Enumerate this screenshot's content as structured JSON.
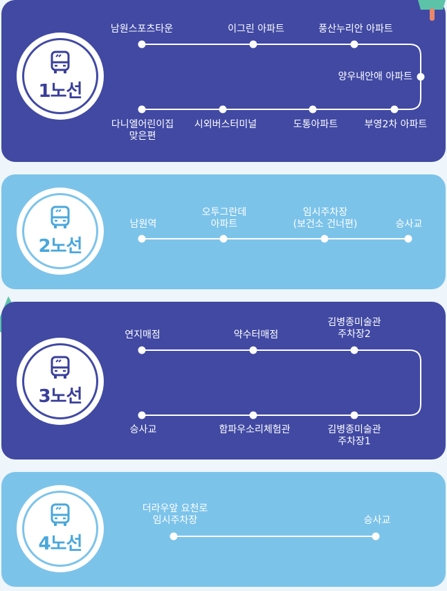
{
  "routes": [
    {
      "name": "1노선",
      "stops": [
        "남원스포츠타운",
        "이그린 아파트",
        "풍산누리안 아파트",
        "양우내안애 아파트",
        "부영2차 아파트",
        "도통아파트",
        "시외버스터미널",
        "다니엘어린이집\n맞은편"
      ]
    },
    {
      "name": "2노선",
      "stops": [
        "남원역",
        "오투그란데\n아파트",
        "임시주차장\n(보건소 건너편)",
        "승사교"
      ]
    },
    {
      "name": "3노선",
      "stops": [
        "연지매점",
        "약수터매점",
        "김병종미술관\n주차장2",
        "김병종미술관\n주차장1",
        "함파우소리체험관",
        "승사교"
      ]
    },
    {
      "name": "4노선",
      "stops": [
        "더라우앞 요천로\n임시주차장",
        "승사교"
      ]
    }
  ],
  "colors": {
    "dark": "#4149a3",
    "light": "#7cc3ea",
    "white": "#ffffff",
    "tree": "#5cc2a8",
    "trunk": "#e8876b"
  }
}
